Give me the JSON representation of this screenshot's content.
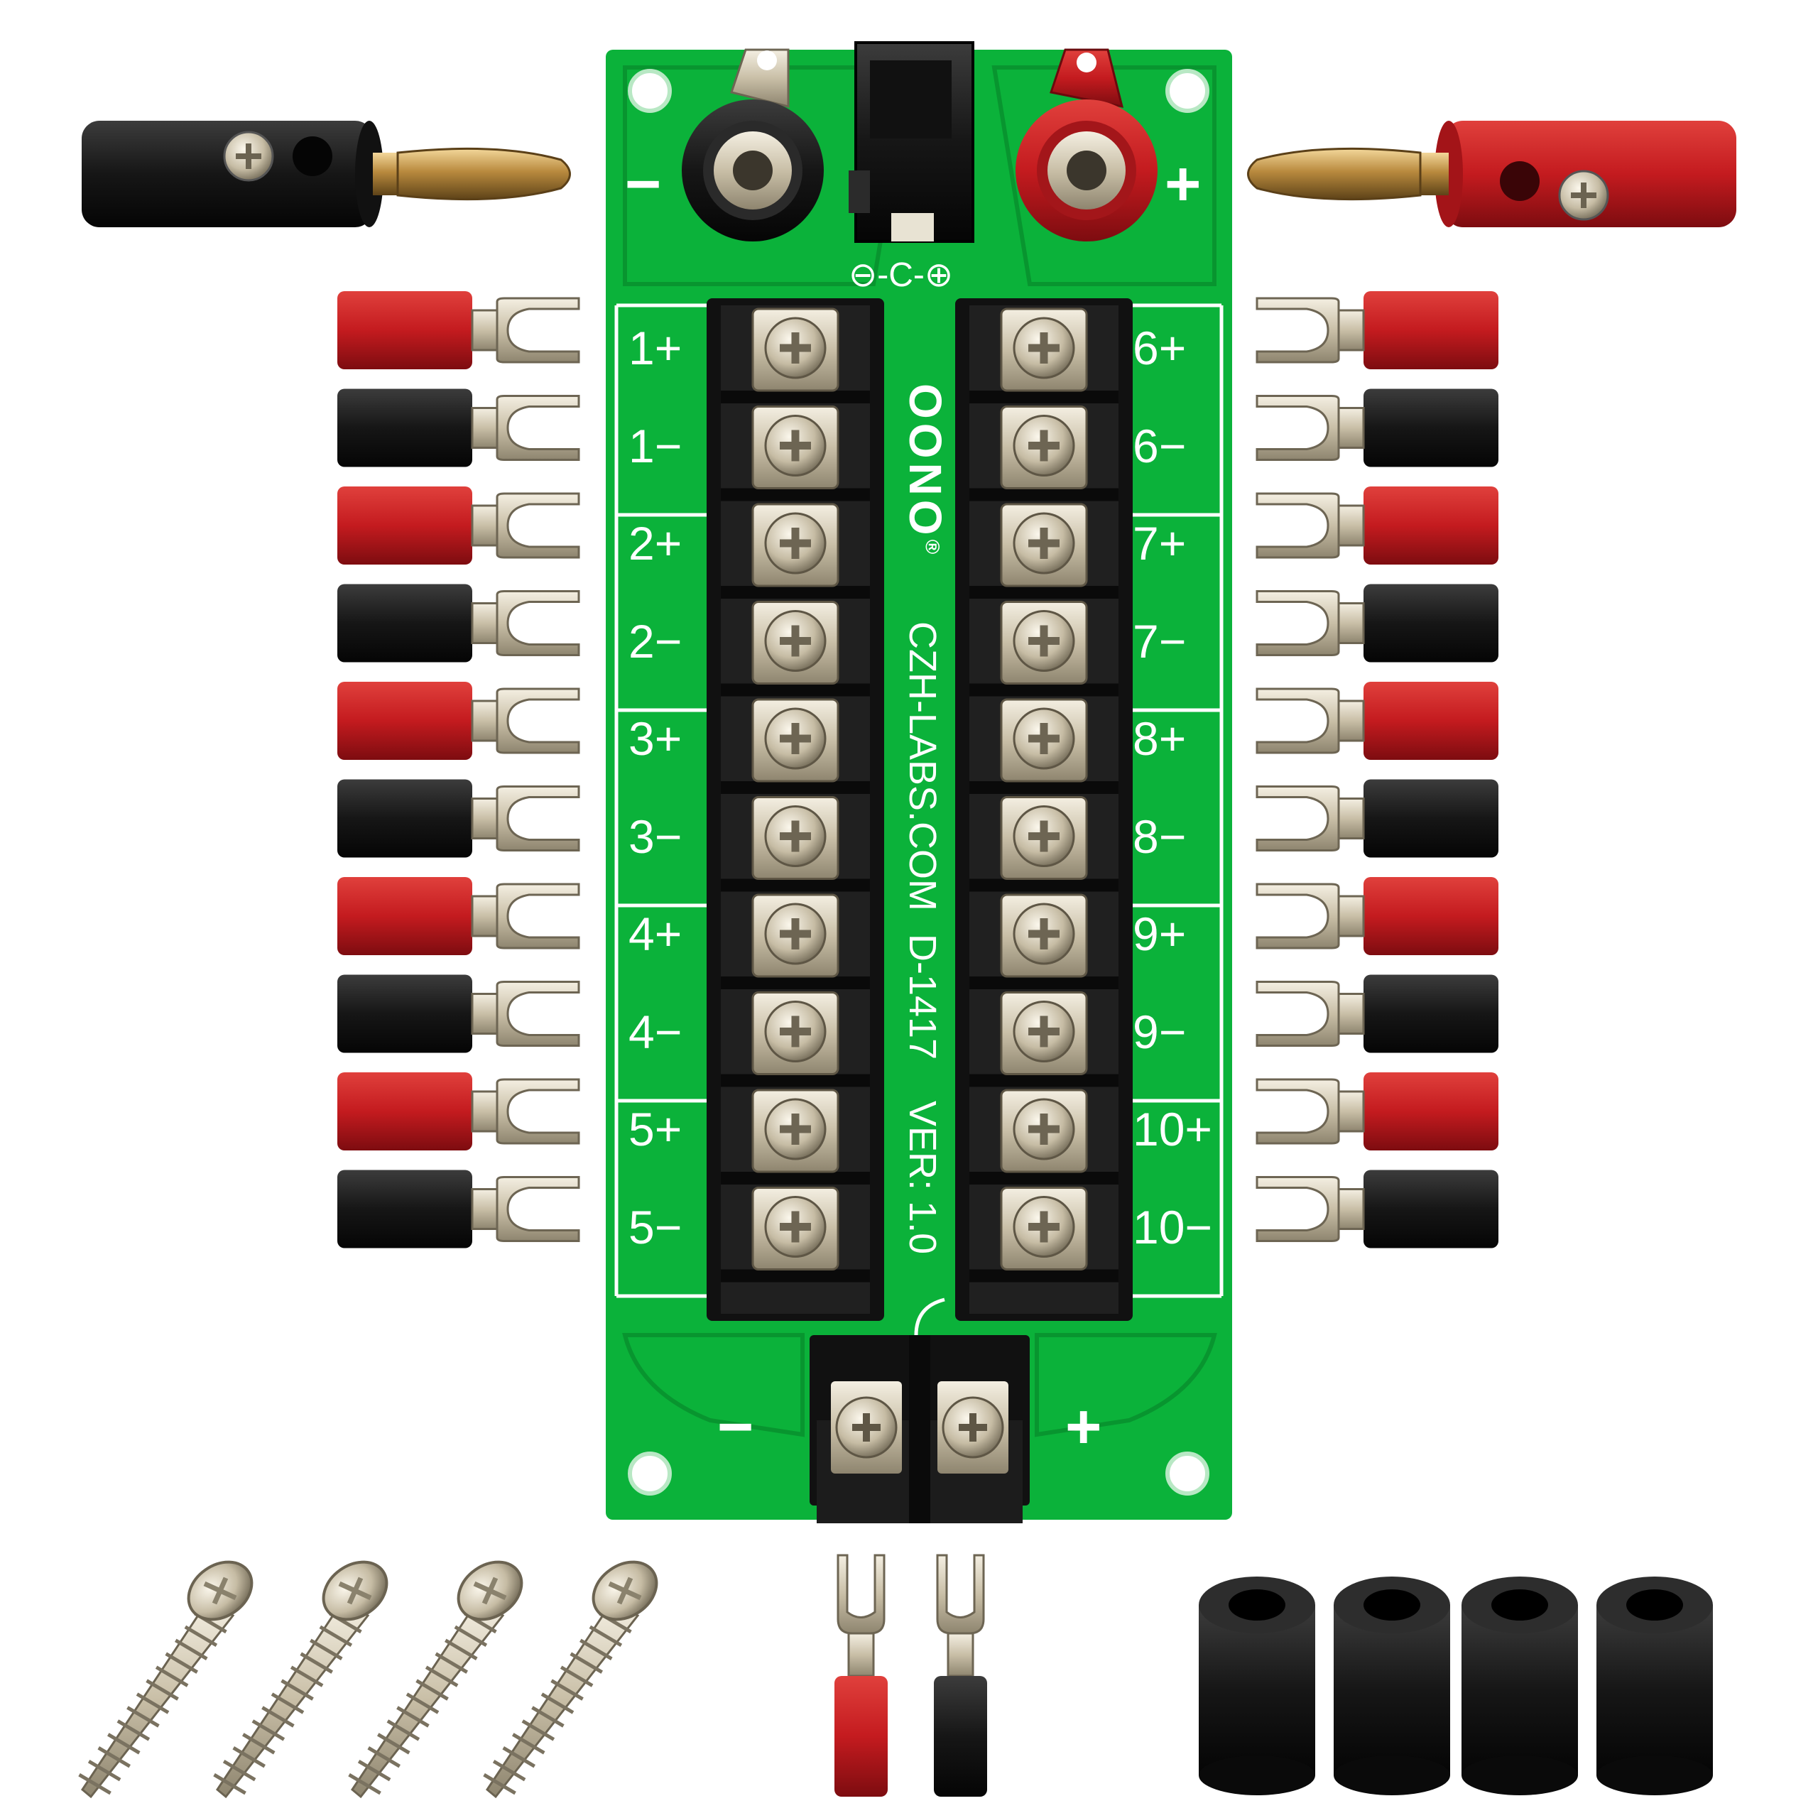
{
  "board": {
    "brand": "OONO",
    "registered": "®",
    "website": "CZH-LABS.COM",
    "model": "D-1417",
    "version": "VER: 1.0",
    "input_minus": "−",
    "input_plus": "+",
    "top_minus": "−",
    "top_plus": "+",
    "dc_jack_symbol": "⊖-C-⊕",
    "left_labels": [
      "1+",
      "1−",
      "2+",
      "2−",
      "3+",
      "3−",
      "4+",
      "4−",
      "5+",
      "5−"
    ],
    "right_labels": [
      "6+",
      "6−",
      "7+",
      "7−",
      "8+",
      "8−",
      "9+",
      "9−",
      "10+",
      "10−"
    ]
  },
  "accessories": {
    "banana_plugs": [
      "black",
      "red"
    ],
    "spade_terminals_per_side": 10,
    "screws": 4,
    "standoffs": 4,
    "bottom_spades": [
      "red",
      "black"
    ]
  },
  "colors": {
    "pcb_green": "#0bb23a",
    "pcb_dark_green": "#078a2b",
    "terminal_black": "#151515",
    "insulator_red": "#c41b1f",
    "insulator_black": "#141414",
    "metal": "#cfc7b4"
  }
}
